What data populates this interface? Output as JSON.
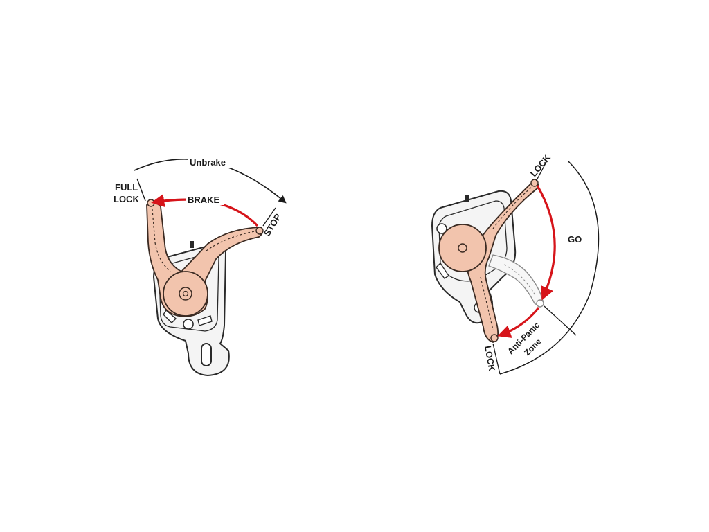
{
  "left_diagram": {
    "labels": {
      "unbrake": "Unbrake",
      "full_lock_line1": "FULL",
      "full_lock_line2": "LOCK",
      "brake": "BRAKE",
      "stop": "STOP"
    }
  },
  "right_diagram": {
    "labels": {
      "lock_top": "LOCK",
      "go": "GO",
      "anti_panic_line1": "Anti-Panic",
      "anti_panic_line2": "Zone",
      "lock_bottom": "LOCK"
    }
  },
  "colors": {
    "handle_fill": "#f2c4ad",
    "handle_stroke": "#3a2a22",
    "arrow_red": "#d6141a",
    "body_stroke": "#2a2a2a",
    "body_fill": "#f4f4f4"
  }
}
